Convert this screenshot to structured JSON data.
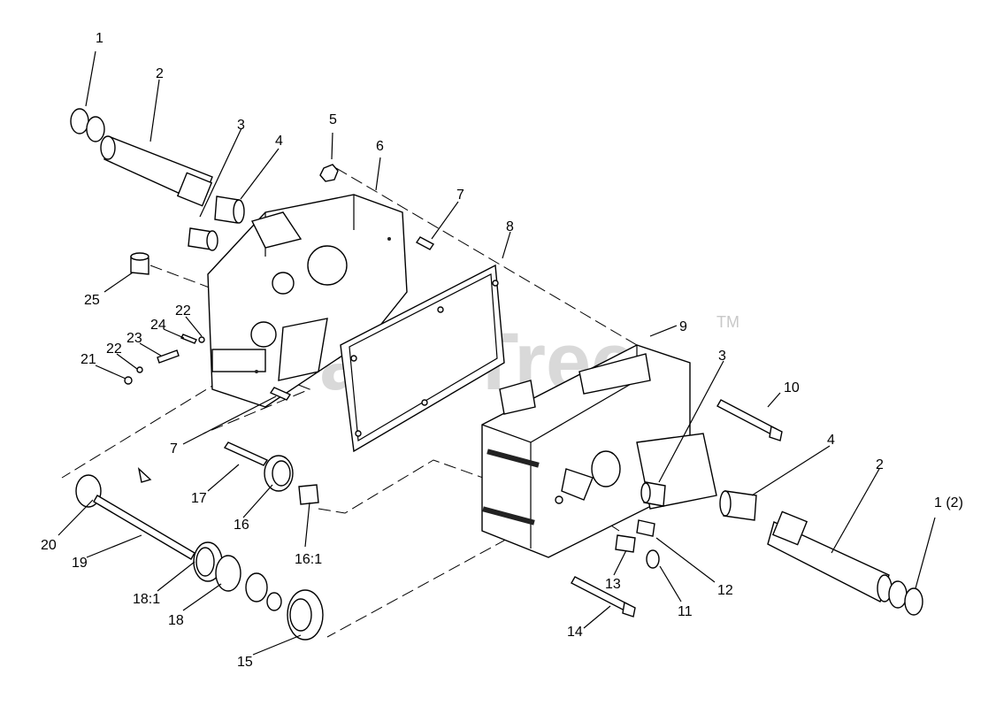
{
  "watermark": {
    "text": "PartsTree",
    "trademark": "TM"
  },
  "callouts": [
    {
      "text": "1"
    },
    {
      "text": "2"
    },
    {
      "text": "3"
    },
    {
      "text": "4"
    },
    {
      "text": "5"
    },
    {
      "text": "6"
    },
    {
      "text": "7"
    },
    {
      "text": "8"
    },
    {
      "text": "9"
    },
    {
      "text": "3"
    },
    {
      "text": "10"
    },
    {
      "text": "4"
    },
    {
      "text": "2"
    },
    {
      "text": "1 (2)"
    },
    {
      "text": "25"
    },
    {
      "text": "22"
    },
    {
      "text": "24"
    },
    {
      "text": "23"
    },
    {
      "text": "22"
    },
    {
      "text": "21"
    },
    {
      "text": "7"
    },
    {
      "text": "17"
    },
    {
      "text": "16"
    },
    {
      "text": "16:1"
    },
    {
      "text": "20"
    },
    {
      "text": "19"
    },
    {
      "text": "18:1"
    },
    {
      "text": "18"
    },
    {
      "text": "15"
    },
    {
      "text": "13"
    },
    {
      "text": "12"
    },
    {
      "text": "11"
    },
    {
      "text": "14"
    }
  ]
}
